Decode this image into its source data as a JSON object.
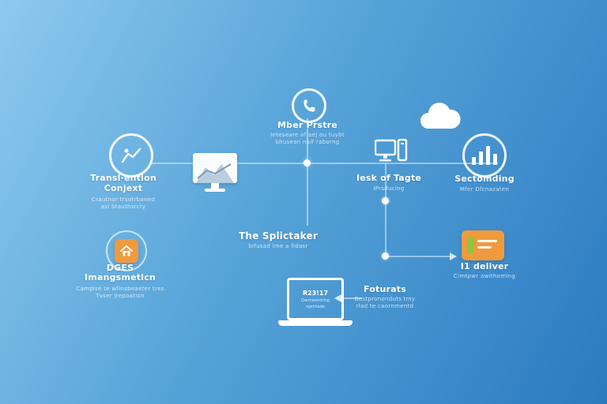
{
  "diagram": {
    "user_phone": {
      "title": "Mber Prstre",
      "subtitle1": "Inteseare of aej ou tuybt",
      "subtitle2": "bhusean naif raborng"
    },
    "translation": {
      "title_line1": "Transl·ention",
      "title_line2": "Conjext",
      "subtitle1": "Crautnor trsotrbaned",
      "subtitle2": "asl Stauthsrcty"
    },
    "desk_of_taste": {
      "title": "Iesk of Tagte",
      "subtitle": "IPrsducing"
    },
    "sectomding": {
      "title": "Sectomding",
      "subtitle": "Mfer Dfcnazaten"
    },
    "splictaker": {
      "title": "The Splictaker",
      "subtitle": "bifusad ime a fidasr"
    },
    "it_deliver": {
      "title": "I1 deliver",
      "subtitle": "Cimtpwr awithoming"
    },
    "foturats": {
      "title": "Foturats",
      "subtitle1": "Bestprononduts tmy",
      "subtitle2": "rlad te caornmentd"
    },
    "dges": {
      "title_line1": "DGES",
      "title_line2": "Imangsmetlcn",
      "subtitle1": "Camplse te wfinsbeaeter tres",
      "subtitle2": "Tvser jrepoation"
    },
    "laptop": {
      "screen_title": "R23!17",
      "screen_line1": "Qarmwontring",
      "screen_line2": "sgstrtade"
    }
  },
  "colors": {
    "background_start": "#8ec9ef",
    "background_mid": "#5aa6da",
    "background_end": "#2b7ac1",
    "orange": "#f09a3e",
    "green": "#8dc63f",
    "line": "rgba(235,248,255,0.5)"
  },
  "icons": {
    "phone": "phone-icon",
    "cloud": "cloud-icon",
    "trend": "trend-chart-icon",
    "monitor": "monitor-chart-icon",
    "desktop": "desktop-computer-icon",
    "bar_chart": "bar-chart-icon",
    "house": "house-icon",
    "tag": "price-tag-icon",
    "laptop": "laptop-icon"
  }
}
